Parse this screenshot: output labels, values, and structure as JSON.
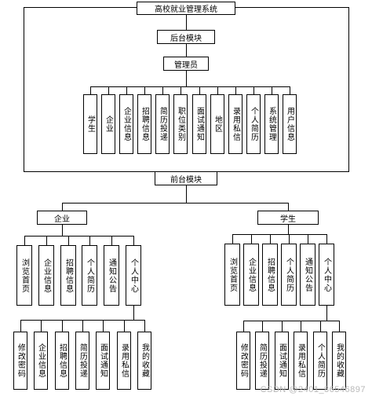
{
  "title": "高校就业管理系统",
  "backend": {
    "label": "后台模块",
    "admin": "管理员",
    "items": [
      "学生",
      "企业",
      "企业信息",
      "招聘信息",
      "简历投递",
      "职位类别",
      "面试通知",
      "地区",
      "录用私信",
      "个人简历",
      "系统管理",
      "用户信息"
    ]
  },
  "frontend": {
    "label": "前台模块",
    "company": {
      "label": "企业",
      "items": [
        "浏览首页",
        "企业信息",
        "招聘信息",
        "个人简历",
        "通知公告",
        "个人中心"
      ],
      "center_items": [
        "修改密码",
        "企业信息",
        "招聘信息",
        "简历投递",
        "面试通知",
        "录用私信",
        "我的收藏"
      ]
    },
    "student": {
      "label": "学生",
      "items": [
        "浏览首页",
        "企业信息",
        "招聘信息",
        "个人简历",
        "通知公告",
        "个人中心"
      ],
      "center_items": [
        "修改密码",
        "简历投递",
        "面试通知",
        "录用私信",
        "个人简历",
        "我的收藏"
      ]
    }
  },
  "watermark": "CSDN @2401_86546897"
}
